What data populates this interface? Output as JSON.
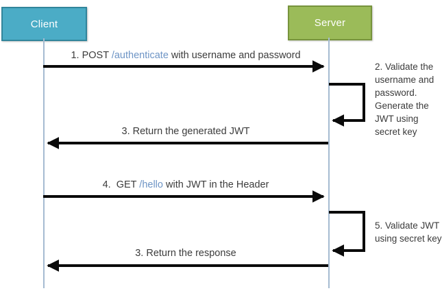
{
  "diagram": {
    "type": "sequence-diagram",
    "topic": "JWT authentication flow",
    "colors": {
      "client_fill": "#4BACC6",
      "client_border": "#31859B",
      "server_fill": "#9BBB59",
      "server_border": "#77933C",
      "endpoint_text": "#6D94C5",
      "label_text": "#3B3B3B",
      "lifeline": "#A5BBD1",
      "arrow": "#0A0A0A"
    },
    "actors": {
      "client": {
        "label": "Client"
      },
      "server": {
        "label": "Server"
      }
    },
    "messages": {
      "m1": {
        "direction": "client-to-server",
        "pre": "1. POST ",
        "endpoint": "/authenticate",
        "post": " with username and password"
      },
      "m3": {
        "direction": "server-to-client",
        "label": "3. Return the generated JWT"
      },
      "m4": {
        "direction": "client-to-server",
        "pre": "4.  GET ",
        "endpoint": "/hello",
        "post": " with JWT in the Header"
      },
      "m6": {
        "direction": "server-to-client",
        "label": "3. Return the response"
      }
    },
    "self_loops": {
      "n2": "2. Validate the username and password. Generate the JWT using secret key",
      "n5": "5. Validate JWT using secret key"
    }
  }
}
